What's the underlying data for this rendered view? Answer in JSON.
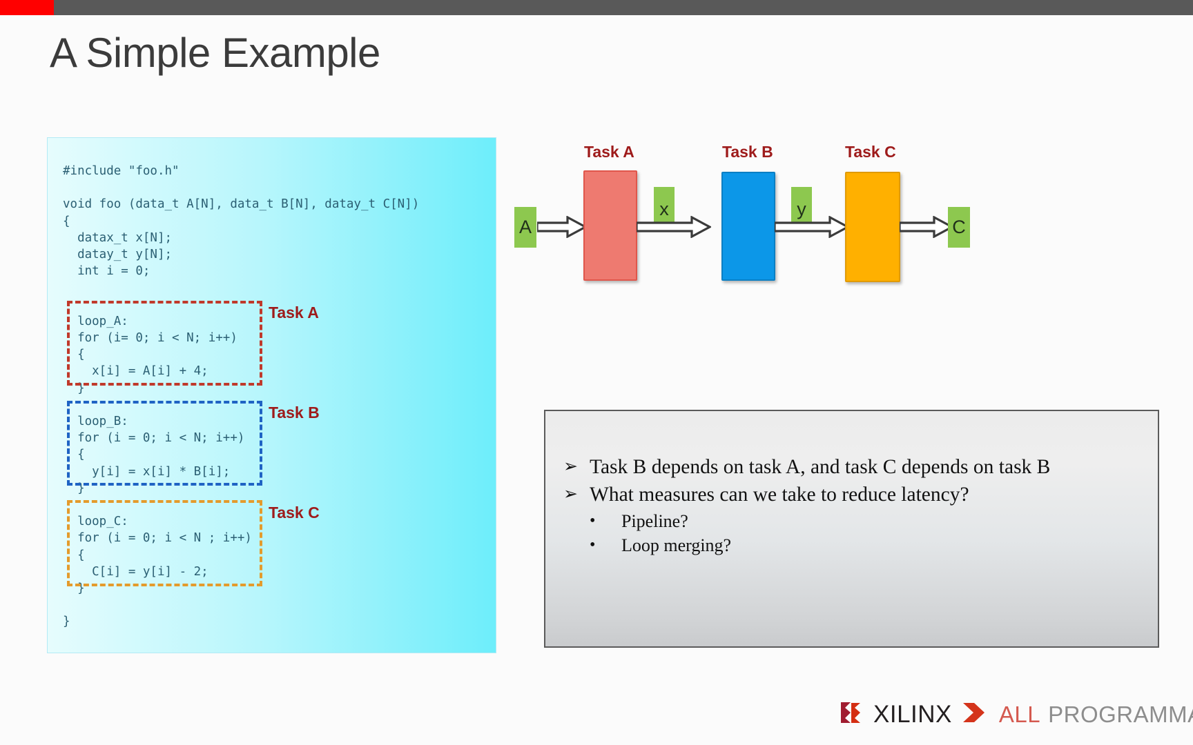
{
  "slide": {
    "title": "A Simple Example",
    "topbar_accent_color": "#ff0000",
    "topbar_color": "#595959"
  },
  "code_panel": {
    "source": "#include \"foo.h\"\n\nvoid foo (data_t A[N], data_t B[N], datay_t C[N])\n{\n  datax_t x[N];\n  datay_t y[N];\n  int i = 0;\n\n\n  loop_A:\n  for (i= 0; i < N; i++)\n  {\n    x[i] = A[i] + 4;\n  }\n\n  loop_B:\n  for (i = 0; i < N; i++)\n  {\n    y[i] = x[i] * B[i];\n  }\n\n  loop_C:\n  for (i = 0; i < N ; i++)\n  {\n    C[i] = y[i] - 2;\n  }\n\n}",
    "annotations": [
      {
        "label": "Task A",
        "color": "#c0392b"
      },
      {
        "label": "Task B",
        "color": "#1f63c4"
      },
      {
        "label": "Task C",
        "color": "#e49b2c"
      }
    ]
  },
  "diagram": {
    "task_labels": [
      "Task A",
      "Task B",
      "Task C"
    ],
    "input_label": "A",
    "intermediate_labels": [
      "x",
      "y"
    ],
    "output_label": "C",
    "task_colors": [
      "#ee7a70",
      "#0c97e8",
      "#ffb000"
    ],
    "variable_color": "#8dc84f"
  },
  "note_box": {
    "bullets": [
      {
        "glyph": "➢",
        "text": "Task B depends on task A, and task C depends on task B",
        "level": 1
      },
      {
        "glyph": "➢",
        "text": "What measures can we take to reduce latency?",
        "level": 1
      },
      {
        "glyph": "•",
        "text": "Pipeline?",
        "level": 2
      },
      {
        "glyph": "•",
        "text": "Loop merging?",
        "level": 2
      }
    ]
  },
  "footer": {
    "brand": "XILINX",
    "tagline_accent": "ALL",
    "tagline_rest": "PROGRAMMAB"
  }
}
